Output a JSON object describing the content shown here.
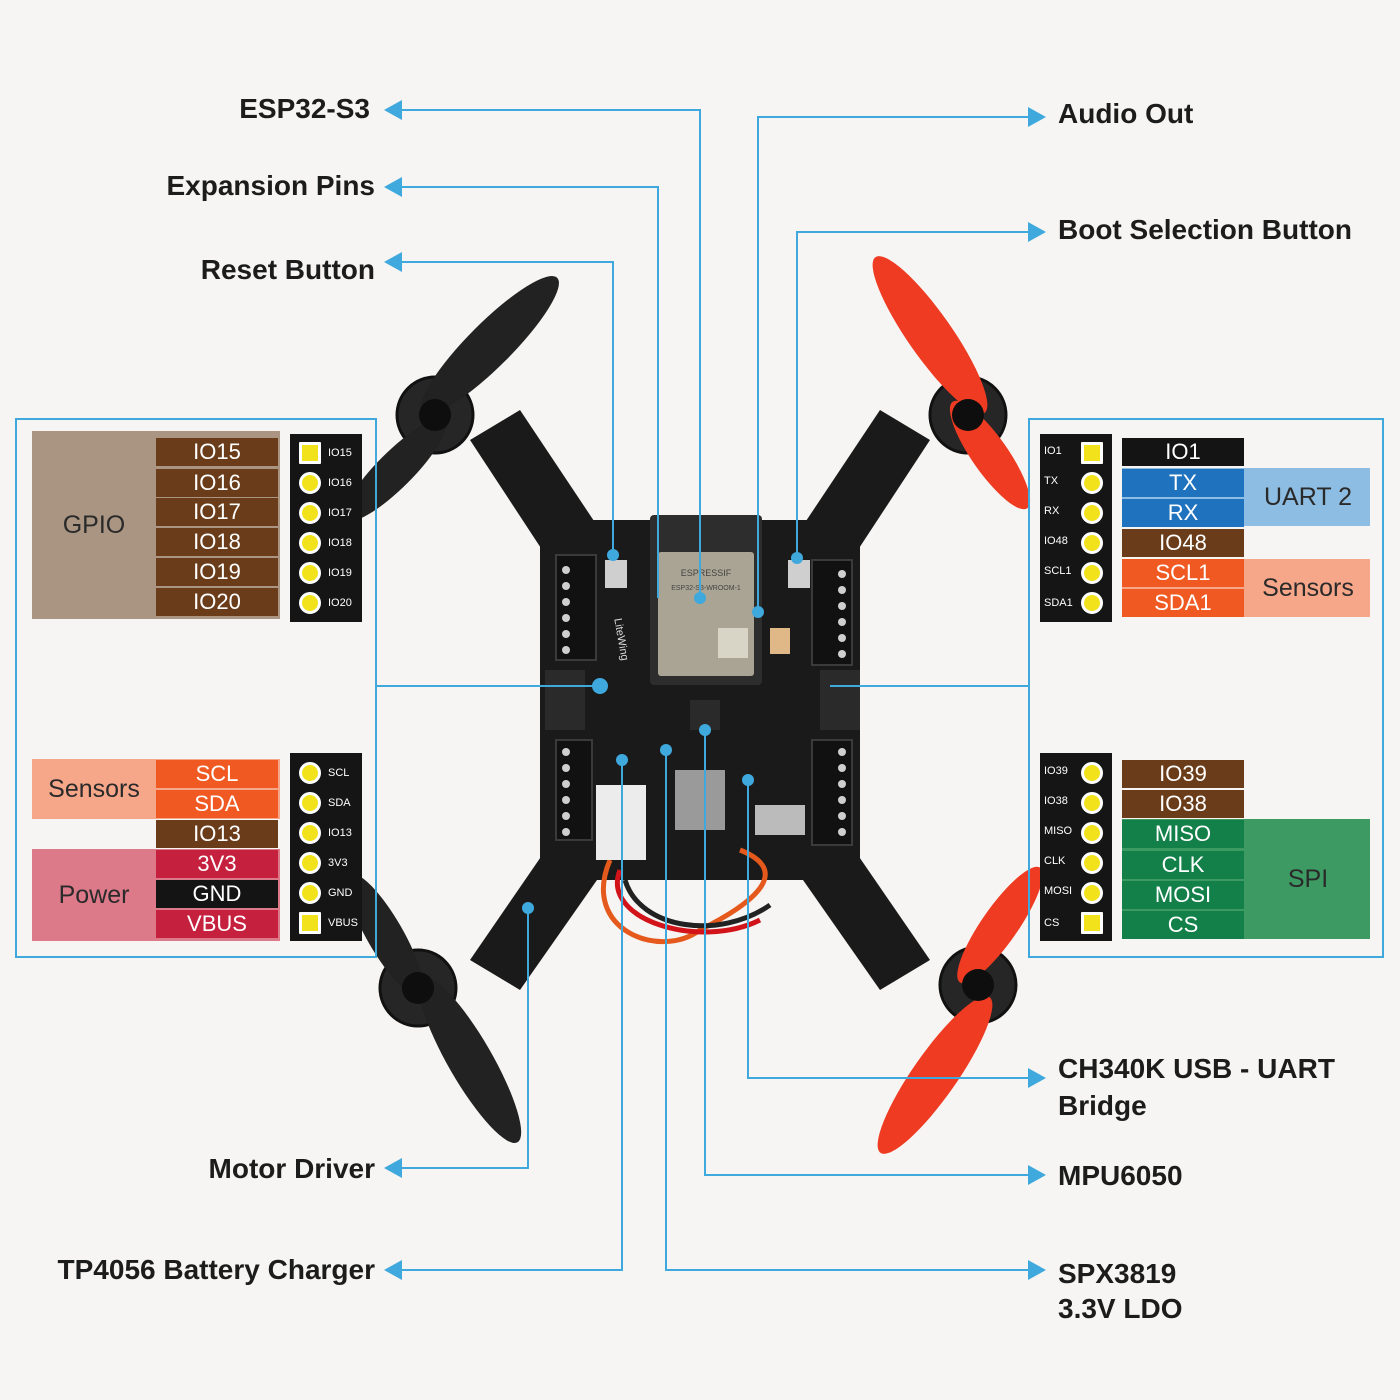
{
  "colors": {
    "callout_line": "#3fa9dd",
    "gpio_bg": "#a99582",
    "pin_brown": "#6a3c1a",
    "sensor_bg": "#f6a689",
    "sensor_cell": "#f05a22",
    "power_bg": "#dc7a8a",
    "power_cell": "#c6203f",
    "gnd_cell": "#141414",
    "io1_cell": "#141414",
    "uart_bg": "#8dbde2",
    "uart_cell": "#1f72bd",
    "spi_bg": "#3d9a62",
    "spi_cell": "#13804a",
    "pin_dot": "#f2e21c"
  },
  "callouts": {
    "left": [
      "ESP32-S3",
      "Expansion Pins",
      "Reset Button",
      "Motor Driver",
      "TP4056 Battery Charger"
    ],
    "right": [
      "Audio Out",
      "Boot Selection Button",
      "CH340K USB - UART",
      "Bridge",
      "MPU6050",
      "SPX3819",
      "3.3V LDO"
    ]
  },
  "left_panel": {
    "gpio": {
      "group": "GPIO",
      "pins": [
        "IO15",
        "IO16",
        "IO17",
        "IO18",
        "IO19",
        "IO20"
      ]
    },
    "lower": {
      "sensors_group": "Sensors",
      "power_group": "Power",
      "pins": [
        "SCL",
        "SDA",
        "IO13",
        "3V3",
        "GND",
        "VBUS"
      ]
    },
    "header_top_labels": [
      "IO15",
      "IO16",
      "IO17",
      "IO18",
      "IO19",
      "IO20"
    ],
    "header_bottom_labels": [
      "SCL",
      "SDA",
      "IO13",
      "3V3",
      "GND",
      "VBUS"
    ]
  },
  "right_panel": {
    "upper": {
      "uart_group": "UART 2",
      "sensors_group": "Sensors",
      "pins": [
        "IO1",
        "TX",
        "RX",
        "IO48",
        "SCL1",
        "SDA1"
      ]
    },
    "lower": {
      "spi_group": "SPI",
      "pins": [
        "IO39",
        "IO38",
        "MISO",
        "CLK",
        "MOSI",
        "CS"
      ]
    },
    "header_top_labels": [
      "IO1",
      "TX",
      "RX",
      "IO48",
      "SCL1",
      "SDA1"
    ],
    "header_bottom_labels": [
      "IO39",
      "IO38",
      "MISO",
      "CLK",
      "MOSI",
      "CS"
    ]
  },
  "board": {
    "module_brand": "ESPRESSIF",
    "module_name": "ESP32-S3-WROOM-1",
    "logo_text": "LiteWing"
  }
}
